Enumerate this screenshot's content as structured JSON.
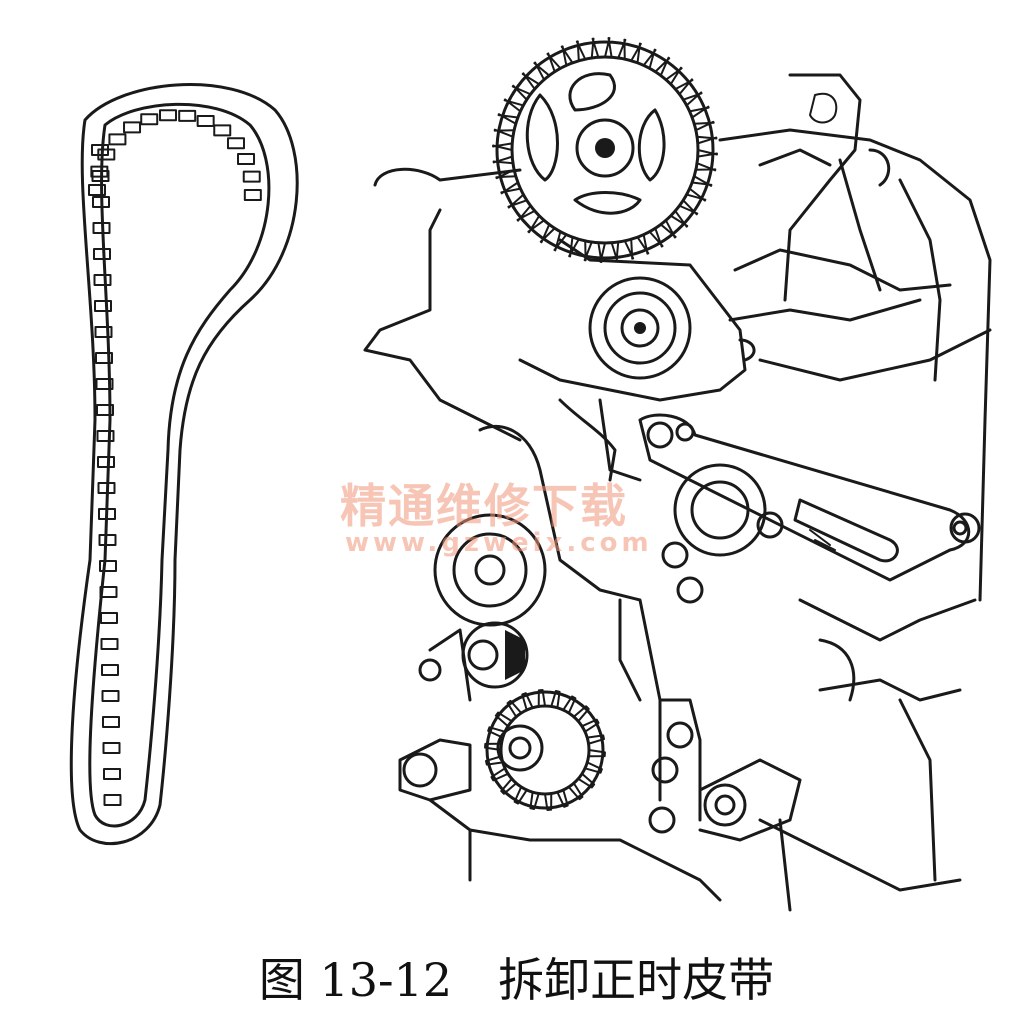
{
  "figure": {
    "caption": "图 13-12　拆卸正时皮带"
  },
  "watermark": {
    "line1": "精通维修下载",
    "line2": "www.gzweix.com",
    "color": "#f0967880"
  },
  "colors": {
    "ink": "#1a1a1a",
    "background": "#ffffff"
  }
}
